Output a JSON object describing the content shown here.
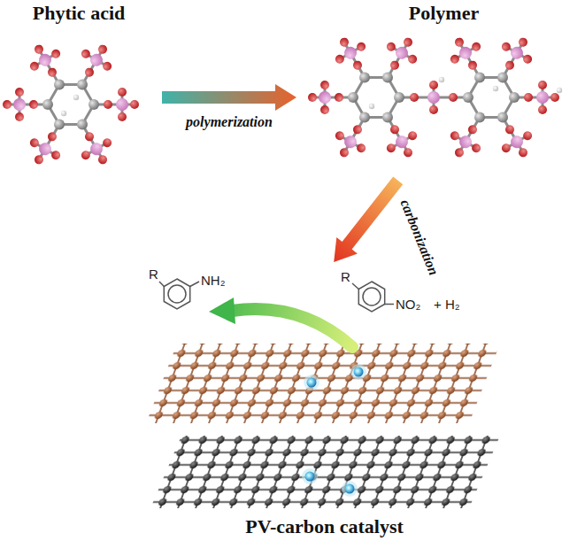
{
  "diagram": {
    "nodes": [
      {
        "text": [
          "Phytic acid"
        ]
      },
      {
        "text": [
          "Polymer"
        ]
      },
      {
        "text": [
          "PV-carbon catalyst"
        ]
      }
    ],
    "edges": [
      {
        "from": 0,
        "to": 1,
        "arrow": "to",
        "label": "polymerization"
      },
      {
        "from": 1,
        "to": 2,
        "arrow": "to",
        "label": "carbonization"
      }
    ],
    "labels": [
      "R",
      "NH₂",
      "R",
      "NO₂",
      "+ H₂"
    ]
  }
}
